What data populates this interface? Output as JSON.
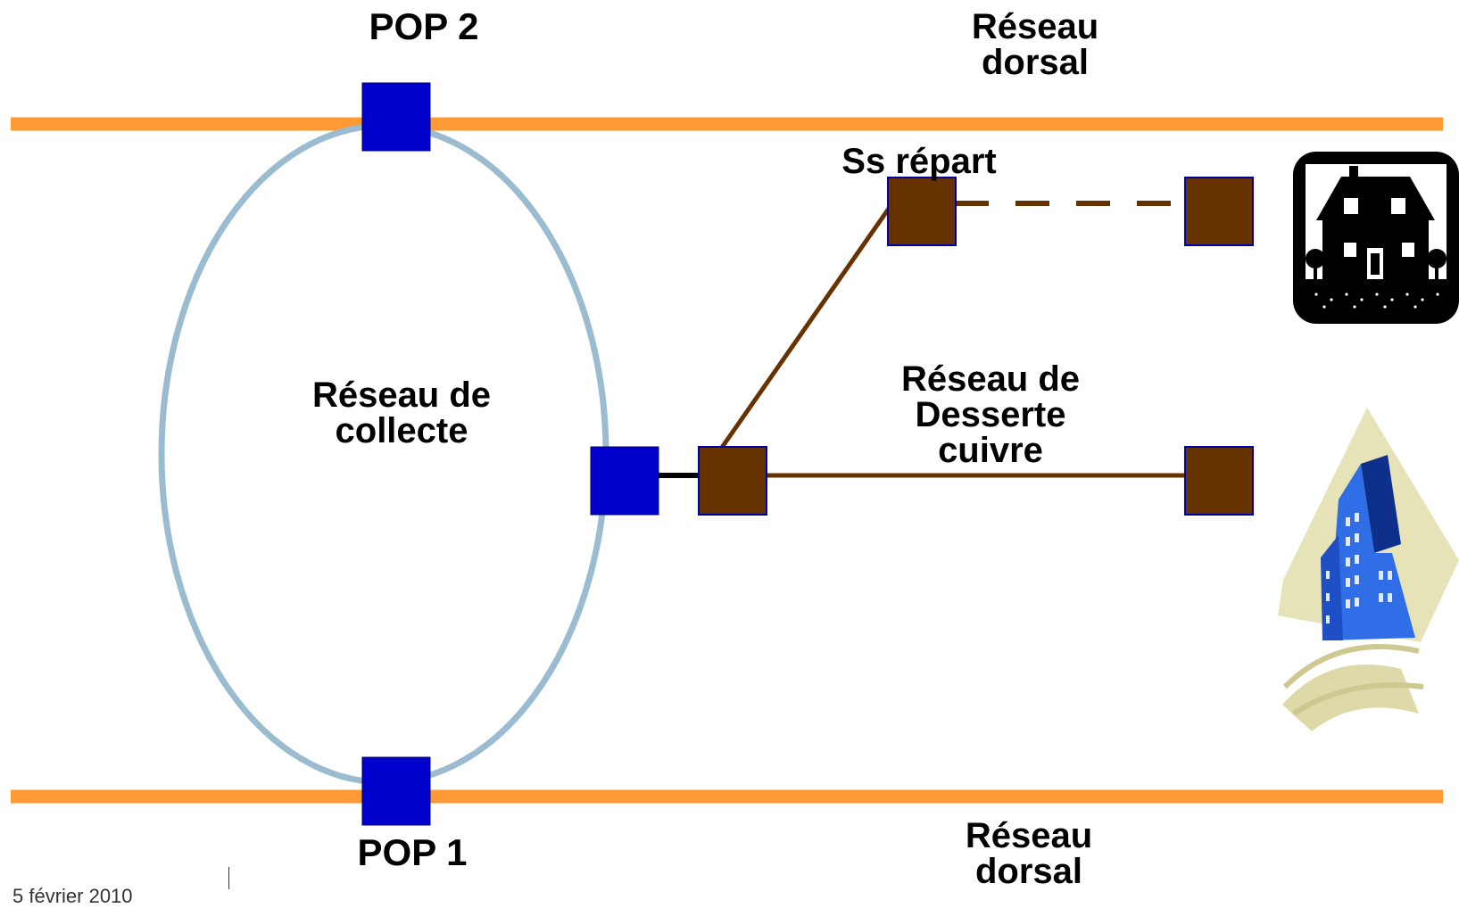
{
  "labels": {
    "pop2": "POP 2",
    "pop1": "POP 1",
    "backbone_top": "Réseau\ndorsal",
    "backbone_bottom": "Réseau\ndorsal",
    "collection_network": "Réseau de\ncollecte",
    "sub_distributor": "Ss répart",
    "copper_network": "Réseau de\nDesserte\ncuivre"
  },
  "footer": {
    "date": "5 février 2010"
  },
  "icons": {
    "house": "house-icon",
    "building": "office-building-icon"
  },
  "colors": {
    "backbone": "#ff9933",
    "ring": "#9bbcd0",
    "pop_node": "#0000cc",
    "copper_node": "#663300",
    "copper_line": "#663300",
    "link": "#000000"
  }
}
